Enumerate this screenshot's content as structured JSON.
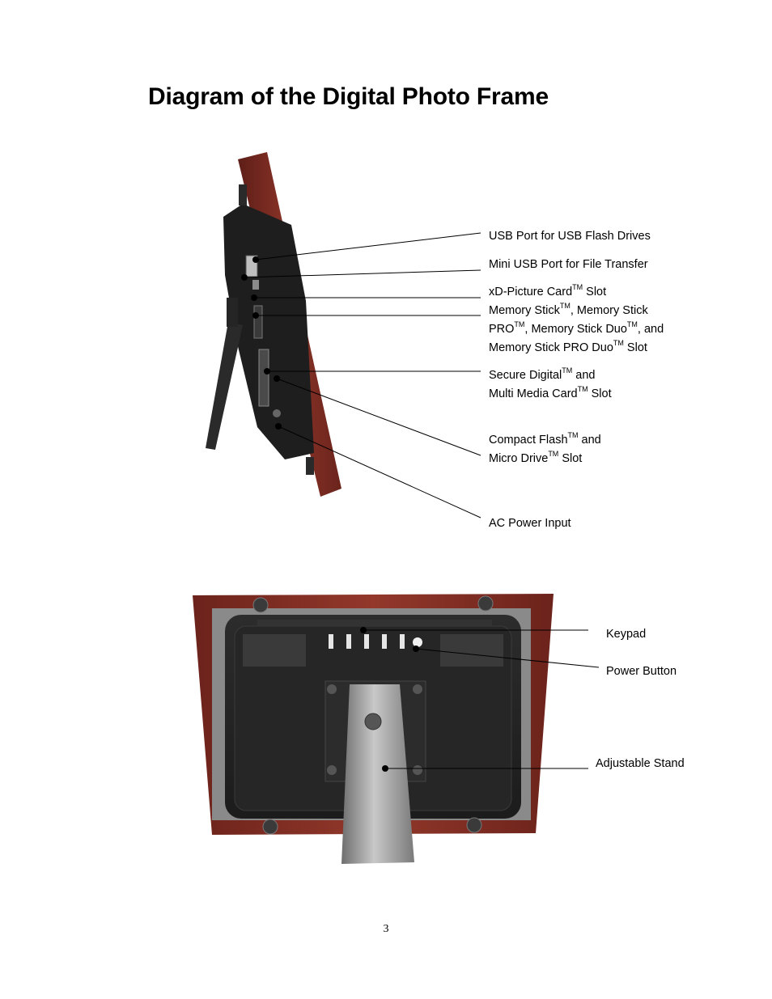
{
  "page": {
    "title": "Diagram of the Digital Photo Frame",
    "page_number": "3"
  },
  "side_view": {
    "labels": {
      "usb_port": "USB Port for USB Flash Drives",
      "mini_usb": "Mini USB Port for File Transfer",
      "xd_prefix": "xD-Picture Card",
      "xd_suffix": " Slot",
      "ms_line1_a": "Memory Stick",
      "ms_line1_b": ", Memory Stick",
      "ms_line2_a": "PRO",
      "ms_line2_b": ", Memory Stick Duo",
      "ms_line2_c": ", and",
      "ms_line3_a": "Memory Stick PRO Duo",
      "ms_line3_b": " Slot",
      "sd_line1_a": "Secure Digital",
      "sd_line1_b": " and",
      "sd_line2_a": "Multi Media Card",
      "sd_line2_b": " Slot",
      "cf_line1_a": "Compact Flash",
      "cf_line1_b": " and",
      "cf_line2_a": "Micro Drive",
      "cf_line2_b": " Slot",
      "ac_power": "AC Power Input"
    }
  },
  "back_view": {
    "labels": {
      "keypad": "Keypad",
      "power_button": "Power Button",
      "stand": "Adjustable Stand"
    }
  },
  "trademark": "TM",
  "colors": {
    "frame_wood": "#7a2a20",
    "frame_wood_light": "#9a3a2c",
    "body_plastic": "#222222",
    "stand_metal": "#9a9a9a"
  }
}
